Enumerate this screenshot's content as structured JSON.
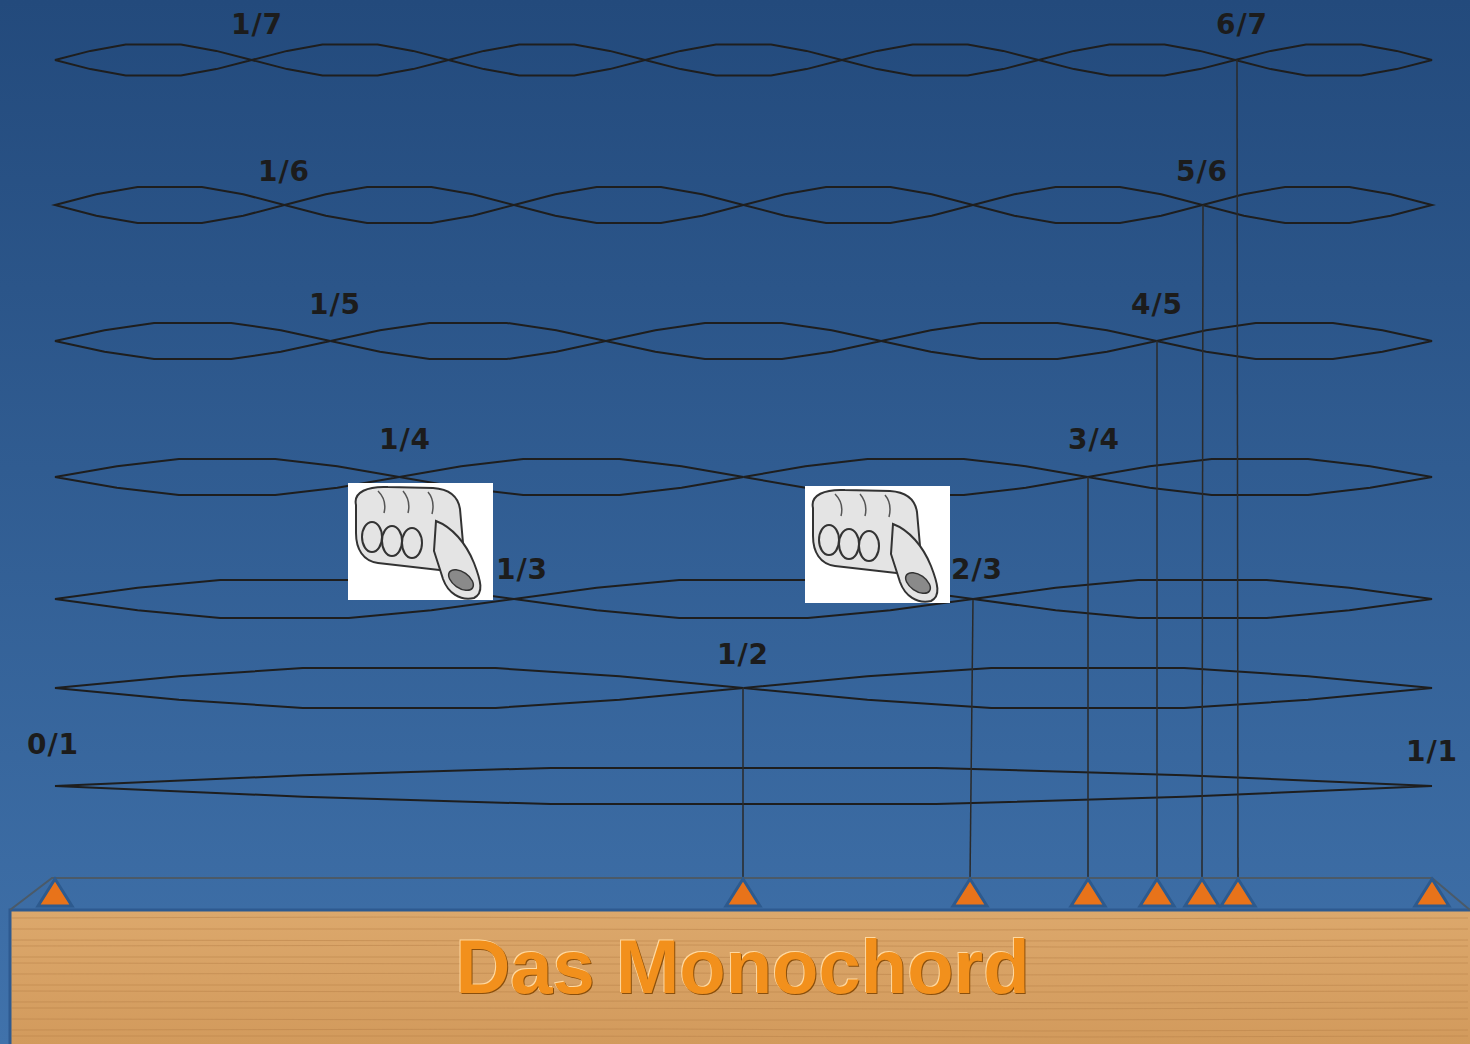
{
  "diagram": {
    "title": "Das Monochord",
    "labels": [
      "1/7",
      "6/7",
      "1/6",
      "5/6",
      "1/5",
      "4/5",
      "1/4",
      "3/4",
      "1/3",
      "2/3",
      "1/2",
      "0/1",
      "1/1"
    ]
  }
}
